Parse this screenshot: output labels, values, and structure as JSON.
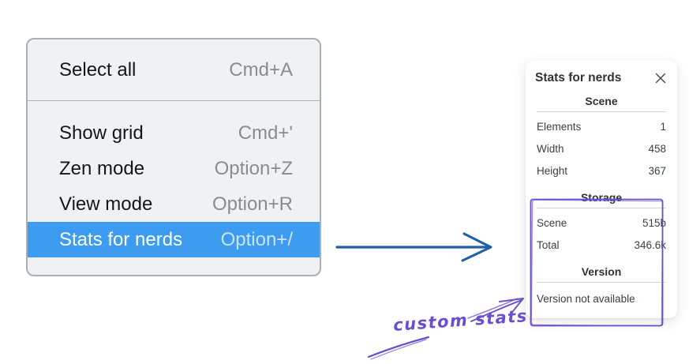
{
  "menu": {
    "sections": [
      {
        "items": [
          {
            "label": "Select all",
            "shortcut": "Cmd+A",
            "highlighted": false
          }
        ]
      },
      {
        "items": [
          {
            "label": "Show grid",
            "shortcut": "Cmd+'",
            "highlighted": false
          },
          {
            "label": "Zen mode",
            "shortcut": "Option+Z",
            "highlighted": false
          },
          {
            "label": "View mode",
            "shortcut": "Option+R",
            "highlighted": false
          },
          {
            "label": "Stats for nerds",
            "shortcut": "Option+/",
            "highlighted": true
          }
        ]
      }
    ]
  },
  "stats_panel": {
    "title": "Stats for nerds",
    "sections": [
      {
        "header": "Scene",
        "rows": [
          {
            "label": "Elements",
            "value": "1"
          },
          {
            "label": "Width",
            "value": "458"
          },
          {
            "label": "Height",
            "value": "367"
          }
        ]
      },
      {
        "header": "Storage",
        "rows": [
          {
            "label": "Scene",
            "value": "515b"
          },
          {
            "label": "Total",
            "value": "346.6k"
          }
        ]
      },
      {
        "header": "Version",
        "rows": [],
        "note": "Version not available"
      }
    ]
  },
  "annotation": {
    "label": "custom stats"
  },
  "colors": {
    "menu_highlight": "#3d9bf0",
    "arrow_blue": "#1d5fa8",
    "annotation_purple": "#6b4ecf"
  }
}
